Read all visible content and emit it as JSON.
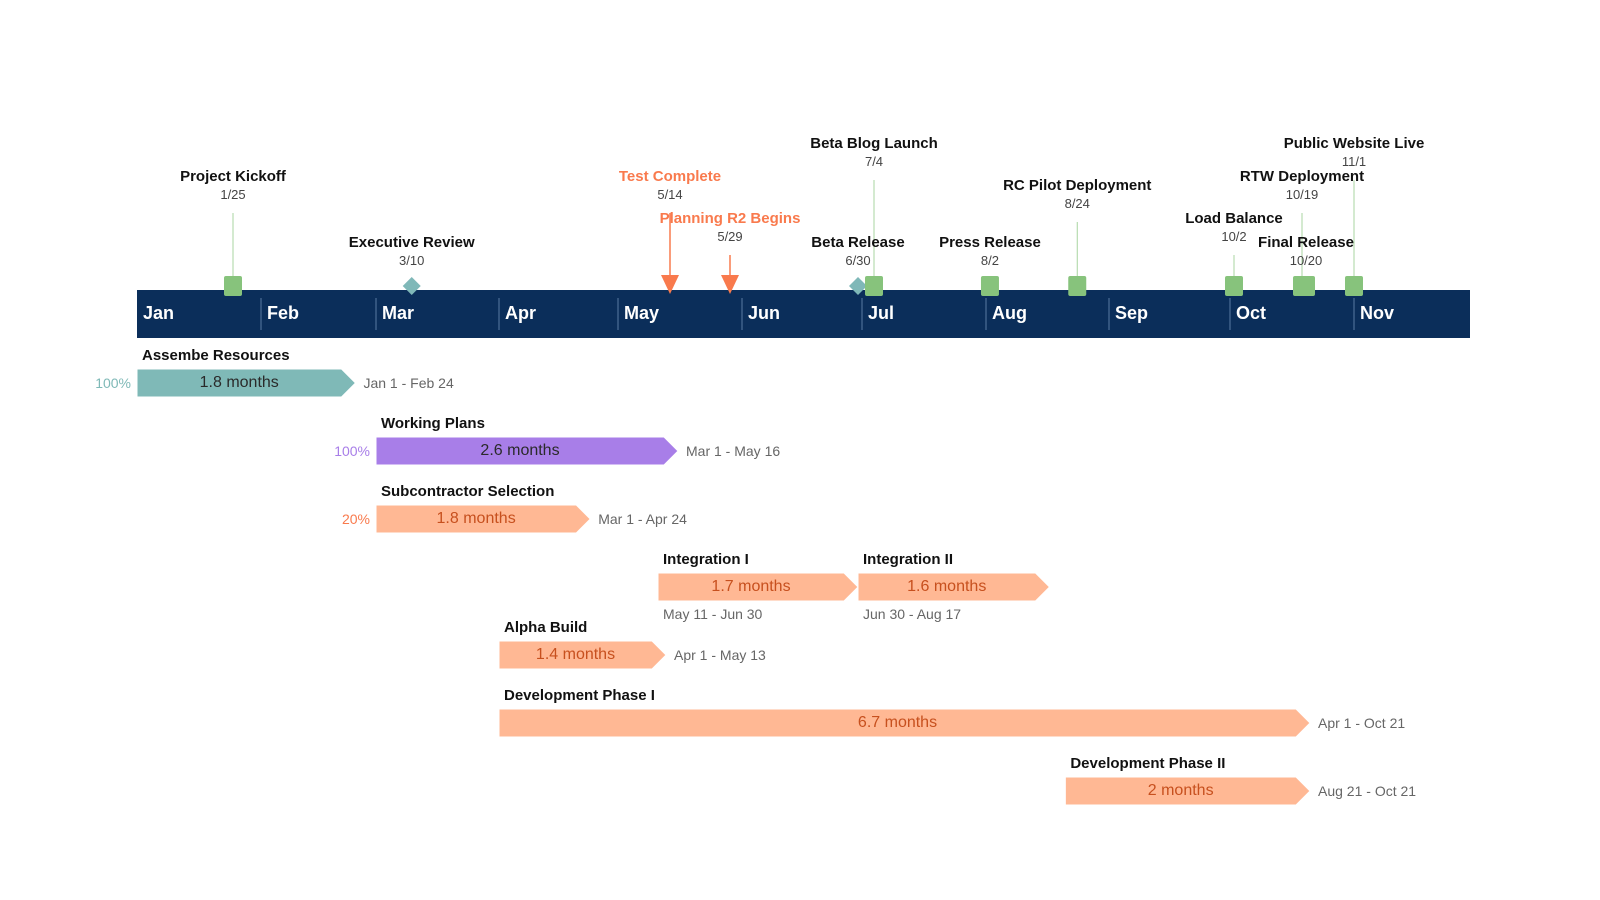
{
  "page": {
    "title": ""
  },
  "colors": {
    "band": "#0b2e5a",
    "milestone_green": "#87c37c",
    "milestone_line": "#a8d5a0",
    "diamond": "#7fb8b8",
    "triangle": "#f97a4d",
    "orange_text": "#f97a4d",
    "teal": "#7fb9b7",
    "purple": "#a87ee8",
    "peach": "#ffb894",
    "dur_dark": "#2a2a2a",
    "dur_orange": "#c7501e"
  },
  "months": [
    "Jan",
    "Feb",
    "Mar",
    "Apr",
    "May",
    "Jun",
    "Jul",
    "Aug",
    "Sep",
    "Oct",
    "Nov"
  ],
  "milestones": [
    {
      "title": "Project Kickoff",
      "date": "1/25",
      "shape": "square",
      "level": 1,
      "highlight": false
    },
    {
      "title": "Executive Review",
      "date": "3/10",
      "shape": "diamond",
      "level": 4,
      "highlight": false
    },
    {
      "title": "Test Complete",
      "date": "5/14",
      "shape": "triangle",
      "level": 1,
      "highlight": true
    },
    {
      "title": "Planning R2 Begins",
      "date": "5/29",
      "shape": "triangle",
      "level": 3,
      "highlight": true
    },
    {
      "title": "Beta Release",
      "date": "6/30",
      "shape": "diamond",
      "level": 4,
      "highlight": false
    },
    {
      "title": "Beta Blog Launch",
      "date": "7/4",
      "shape": "square",
      "level": 0,
      "highlight": false
    },
    {
      "title": "Press Release",
      "date": "8/2",
      "shape": "square",
      "level": 4,
      "highlight": false
    },
    {
      "title": "RC Pilot Deployment",
      "date": "8/24",
      "shape": "square",
      "level": 2,
      "highlight": false
    },
    {
      "title": "Load Balance",
      "date": "10/2",
      "shape": "square",
      "level": 3,
      "highlight": false
    },
    {
      "title": "RTW Deployment",
      "date": "10/19",
      "shape": "square",
      "level": 1,
      "highlight": false
    },
    {
      "title": "Final Release",
      "date": "10/20",
      "shape": "square",
      "level": 4,
      "highlight": false
    },
    {
      "title": "Public Website Live",
      "date": "11/1",
      "shape": "square",
      "level": 0,
      "highlight": false
    }
  ],
  "tasks": [
    {
      "name": "Assembe Resources",
      "duration": "1.8 months",
      "range": "Jan 1 - Feb 24",
      "percent": "100%",
      "color": "teal",
      "start": "Jan 1",
      "end": "Feb 24",
      "row": 0,
      "range_pos": "right"
    },
    {
      "name": "Working Plans",
      "duration": "2.6 months",
      "range": "Mar 1 - May 16",
      "percent": "100%",
      "color": "purple",
      "start": "Mar 1",
      "end": "May 16",
      "row": 1,
      "range_pos": "right"
    },
    {
      "name": "Subcontractor Selection",
      "duration": "1.8 months",
      "range": "Mar 1 - Apr 24",
      "percent": "20%",
      "color": "peach",
      "start": "Mar 1",
      "end": "Apr 24",
      "row": 2,
      "range_pos": "right"
    },
    {
      "name": "Integration I",
      "duration": "1.7 months",
      "range": "May 11 - Jun 30",
      "percent": "",
      "color": "peach",
      "start": "May 11",
      "end": "Jun 30",
      "row": 3,
      "range_pos": "below"
    },
    {
      "name": "Integration II",
      "duration": "1.6 months",
      "range": "Jun 30 - Aug 17",
      "percent": "",
      "color": "peach",
      "start": "Jun 30",
      "end": "Aug 17",
      "row": 3,
      "range_pos": "below"
    },
    {
      "name": "Alpha Build",
      "duration": "1.4 months",
      "range": "Apr 1 - May 13",
      "percent": "",
      "color": "peach",
      "start": "Apr 1",
      "end": "May 13",
      "row": 4,
      "range_pos": "right"
    },
    {
      "name": "Development Phase I",
      "duration": "6.7 months",
      "range": "Apr 1 - Oct 21",
      "percent": "",
      "color": "peach",
      "start": "Apr 1",
      "end": "Oct 21",
      "row": 5,
      "range_pos": "right"
    },
    {
      "name": "Development Phase II",
      "duration": "2 months",
      "range": "Aug 21 - Oct 21",
      "percent": "",
      "color": "peach",
      "start": "Aug 21",
      "end": "Oct 21",
      "row": 6,
      "range_pos": "right"
    }
  ]
}
